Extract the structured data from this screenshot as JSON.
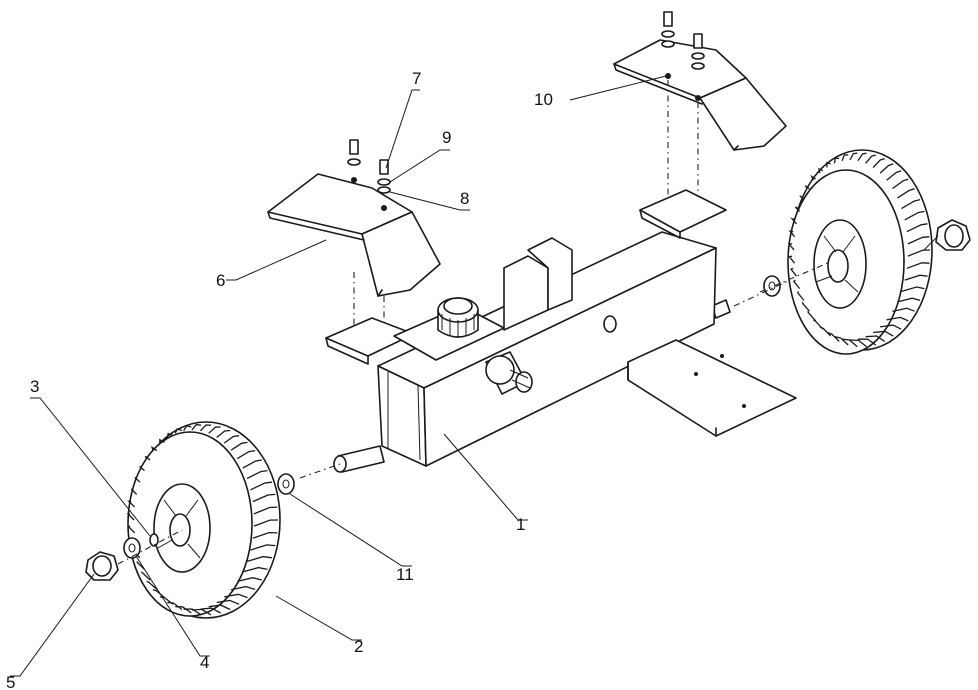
{
  "callouts": [
    {
      "id": "p1",
      "text": "1"
    },
    {
      "id": "p2",
      "text": "2"
    },
    {
      "id": "p3",
      "text": "3"
    },
    {
      "id": "p4",
      "text": "4"
    },
    {
      "id": "p5",
      "text": "5"
    },
    {
      "id": "p6",
      "text": "6"
    },
    {
      "id": "p7",
      "text": "7"
    },
    {
      "id": "p8",
      "text": "8"
    },
    {
      "id": "p9",
      "text": "9"
    },
    {
      "id": "p10",
      "text": "10"
    },
    {
      "id": "p11",
      "text": "11"
    }
  ],
  "colors": {
    "line": "#1a1a1a",
    "background": "#ffffff"
  }
}
